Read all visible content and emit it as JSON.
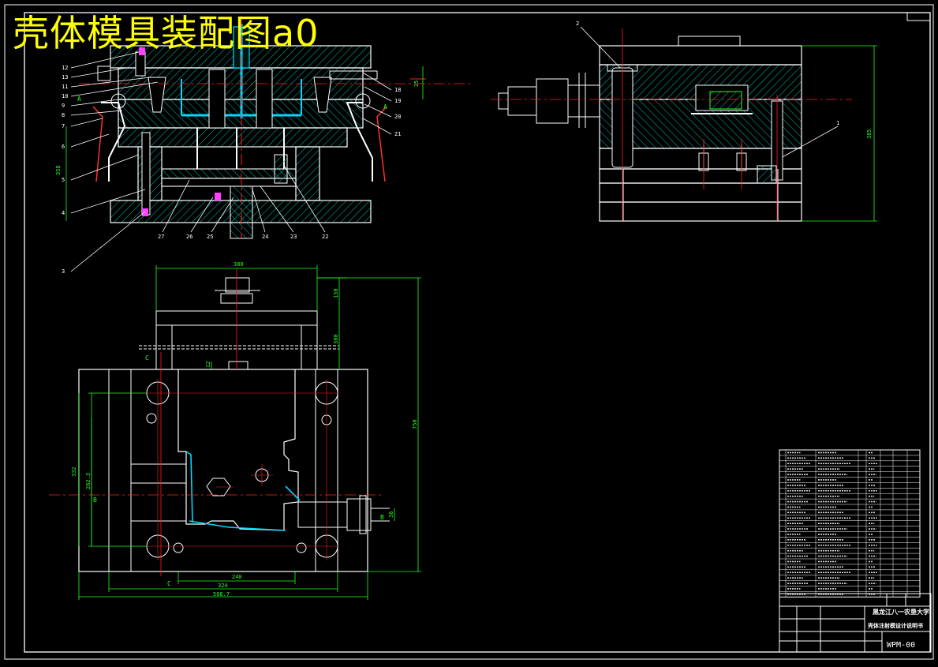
{
  "drawing": {
    "title": "壳体模具装配图a0",
    "drawing_no": "WPM-00",
    "school": "黑龙江八一农垦大学",
    "project": "壳体注射模设计说明书"
  },
  "callouts_left": [
    "12",
    "13",
    "11",
    "10",
    "9",
    "8",
    "7",
    "6",
    "5",
    "4",
    "3"
  ],
  "callouts_bottom": [
    "27",
    "26",
    "25",
    "24",
    "23",
    "22"
  ],
  "callouts_right": [
    "18",
    "19",
    "20",
    "21"
  ],
  "callouts_sideview": [
    "2",
    "1"
  ],
  "dims": {
    "front_height": "358",
    "front_top": "25",
    "side_height": "385",
    "plan_width_top": "380",
    "plan_h1": "150",
    "plan_h2": "300",
    "plan_height": "750",
    "plan_w1": "240",
    "plan_w2": "324",
    "plan_w3": "508.7",
    "plan_left1": "332",
    "plan_left2": "262.3",
    "plan_small": "36",
    "plan_12": "12"
  },
  "section_marks": {
    "c_top": "C",
    "c_bottom": "C",
    "b_right": "B",
    "b_left": "B",
    "a_left": "A",
    "a_right": "A"
  },
  "colors": {
    "outline": "#ffffff",
    "hatch": "#00b0a0",
    "center": "#ff2020",
    "dimension": "#20ff20",
    "title": "#ffff00",
    "mold_core": "#00d8ff"
  }
}
